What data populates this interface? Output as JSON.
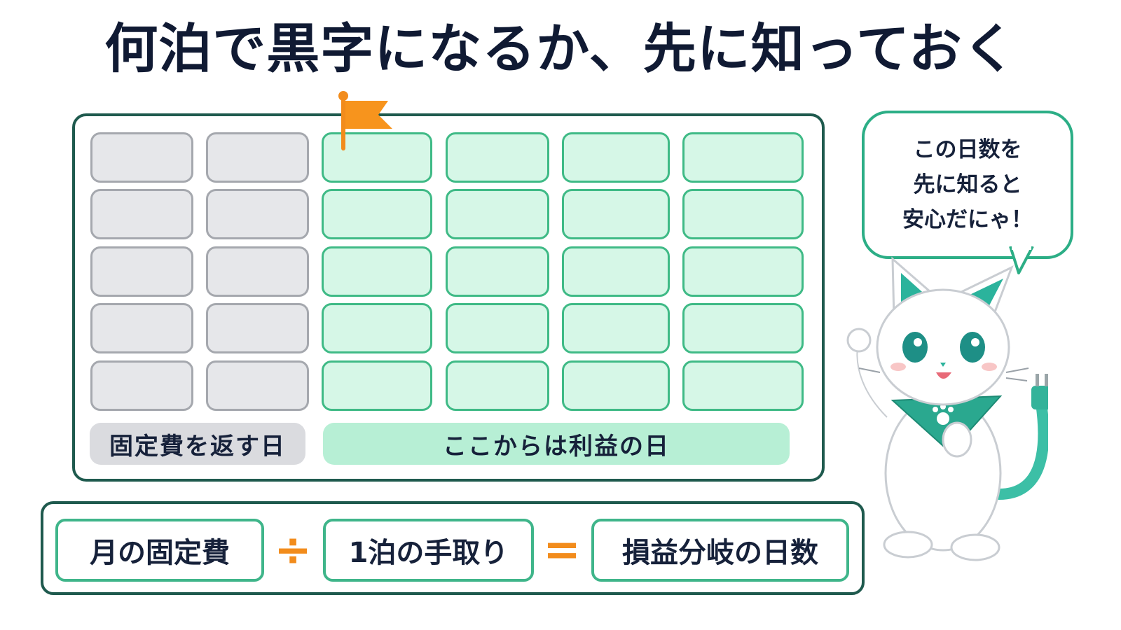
{
  "title": "何泊で黒字になるか、先に知っておく",
  "calendar": {
    "labels": {
      "fixed": "固定費を返す日",
      "profit": "ここからは利益の日"
    }
  },
  "formula": {
    "term1": "月の固定費",
    "op1": "÷",
    "term2": "1泊の手取り",
    "op2": "=",
    "result": "損益分岐の日数"
  },
  "bubble": {
    "lines": [
      "この日数を",
      "先に知ると",
      "安心だにゃ！"
    ]
  },
  "colors": {
    "fixed_fill": "#e6e7ea",
    "fixed_border": "#a5a8ae",
    "profit_fill": "#d6f7e7",
    "profit_border": "#3fba86",
    "accent_orange": "#f28c1c",
    "frame": "#1f5a4e"
  },
  "icons": [
    "flag-icon",
    "cat-mascot",
    "paw-icon",
    "plug-icon"
  ]
}
